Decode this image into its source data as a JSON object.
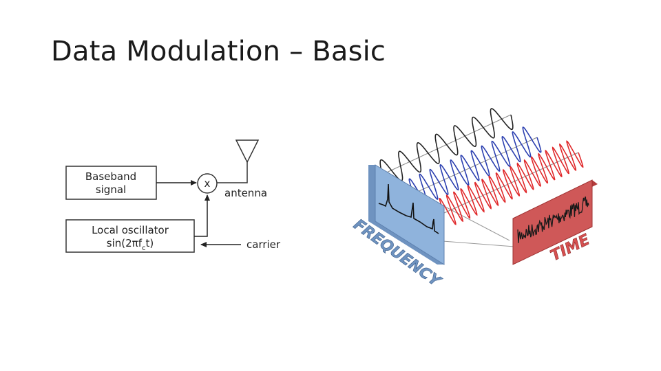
{
  "slide": {
    "title": "Data Modulation – Basic"
  },
  "block_diagram": {
    "baseband_line1": "Baseband",
    "baseband_line2": "signal",
    "oscillator_line1": "Local oscillator",
    "oscillator_func": "sin(2πf",
    "oscillator_sub": "c",
    "oscillator_end": "t)",
    "mixer_symbol": "x",
    "antenna_label": "antenna",
    "carrier_label": "carrier"
  },
  "illustration": {
    "frequency_label": "FREQUENCY",
    "time_label": "TIME",
    "colors": {
      "black_wave": "#222222",
      "blue_wave": "#2b3fb0",
      "red_wave": "#e0282a",
      "freq_panel": "#8fb3dc",
      "time_panel": "#c94a4a"
    }
  }
}
